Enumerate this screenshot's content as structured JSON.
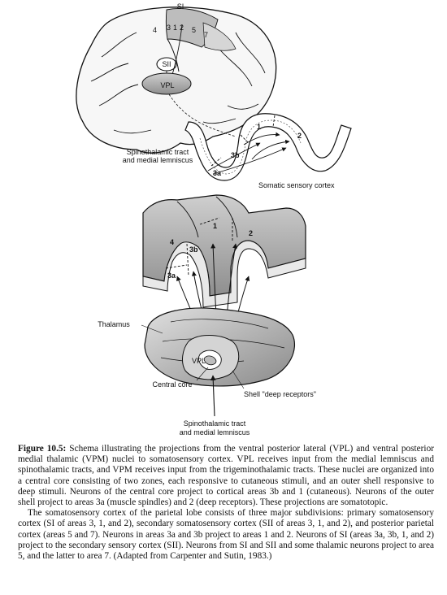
{
  "figure": {
    "brain": {
      "si": "SI",
      "areas_top": [
        "4",
        "3",
        "1",
        "2",
        "5",
        "7"
      ],
      "sii": "SII",
      "vpl": "VPL"
    },
    "cortex_ribbon": {
      "areas": [
        "1",
        "2",
        "3b",
        "3a"
      ],
      "label": "Somatic sensory cortex",
      "tract_label_line1": "Spinothalamic tract",
      "tract_label_line2": "and medial lemniscus"
    },
    "cortex_3d": {
      "areas": [
        "1",
        "2",
        "4",
        "3b",
        "3a"
      ]
    },
    "thalamus": {
      "label": "Thalamus",
      "vpl": "VPL",
      "central_core": "Central core",
      "shell": "Shell \"deep receptors\"",
      "tract_line1": "Spinothalamic tract",
      "tract_line2": "and medial lemniscus"
    }
  },
  "caption": {
    "label": "Figure 10.5:",
    "para1": "Schema illustrating the projections from the ventral posterior lateral (VPL) and ventral posterior medial thalamic (VPM) nuclei to somatosensory cortex. VPL receives input from the medial lemniscus and spinothalamic tracts, and VPM receives input from the trigeminothalamic tracts. These nuclei are organized into a central core consisting of two zones, each responsive to cutaneous stimuli, and an outer shell responsive to deep stimuli. Neurons of the central core project to cortical areas 3b and 1 (cutaneous). Neurons of the outer shell project to areas 3a (muscle spindles) and 2 (deep receptors). These projections are somatotopic.",
    "para2": "The somatosensory cortex of the parietal lobe consists of three major subdivisions: primary somatosensory cortex (SI of areas 3, 1, and 2), secondary somatosensory cortex (SII of areas 3, 1, and 2), and posterior parietal cortex (areas 5 and 7). Neurons in areas 3a and 3b project to areas 1 and 2. Neurons of SI (areas 3a, 3b, 1, and 2) project to the secondary sensory cortex (SII). Neurons from SI and SII and some thalamic neurons project to area 5, and the latter to area 7. (Adapted from Carpenter and Sutin, 1983.)"
  }
}
